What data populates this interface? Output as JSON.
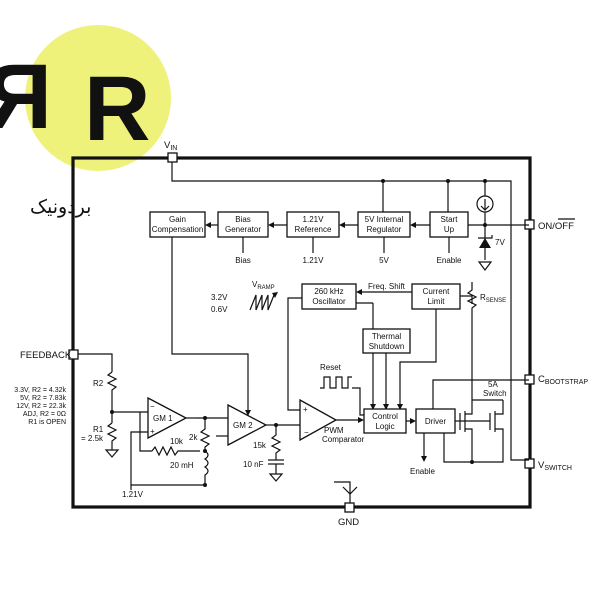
{
  "logo": {
    "text": "بردونیک",
    "color": "#9a9a9a",
    "accent": "#eef27a"
  },
  "pins": {
    "vin": "V",
    "vin_sub": "IN",
    "on_off": "ON/OFF",
    "feedback": "FEEDBACK",
    "c_bootstrap": "C",
    "c_bootstrap_sub": "BOOTSTRAP",
    "v_switch": "V",
    "v_switch_sub": "SWITCH",
    "gnd": "GND"
  },
  "blocks": {
    "gain_comp": [
      "Gain",
      "Compensation"
    ],
    "bias_gen": [
      "Bias",
      "Generator"
    ],
    "reference": [
      "1.21V",
      "Reference"
    ],
    "regulator": [
      "5V Internal",
      "Regulator"
    ],
    "startup": [
      "Start",
      "Up"
    ],
    "oscillator": [
      "260 kHz",
      "Oscillator"
    ],
    "current_limit": [
      "Current",
      "Limit"
    ],
    "thermal": [
      "Thermal",
      "Shutdown"
    ],
    "control": [
      "Control",
      "Logic"
    ],
    "driver": "Driver"
  },
  "labels": {
    "bias": "Bias",
    "ref_out": "1.21V",
    "reg_out": "5V",
    "enable_top": "Enable",
    "zener": "7V",
    "freq_shift": "Freq. Shift",
    "rsense": "R",
    "rsense_sub": "SENSE",
    "vramp": "V",
    "vramp_sub": "RAMP",
    "ramp_high": "3.2V",
    "ramp_low": "0.6V",
    "reset": "Reset",
    "switch": [
      "5A",
      "Switch"
    ],
    "gm1": "GM 1",
    "gm2": "GM 2",
    "pwm": [
      "PWM",
      "Comparator"
    ],
    "r2": "R2",
    "r1": [
      "R1",
      "= 2.5k"
    ],
    "res_10k": "10k",
    "res_2k": "2k",
    "ind_20mh": "20 mH",
    "res_15k": "15k",
    "cap_10nf": "10 nF",
    "ref_bottom": "1.21V",
    "enable_bottom": "Enable"
  },
  "notes": [
    "3.3V, R2 = 4.32k",
    "5V, R2 = 7.83k",
    "12V, R2 = 22.3k",
    "ADJ, R2 = 0Ω",
    "R1 is OPEN"
  ]
}
